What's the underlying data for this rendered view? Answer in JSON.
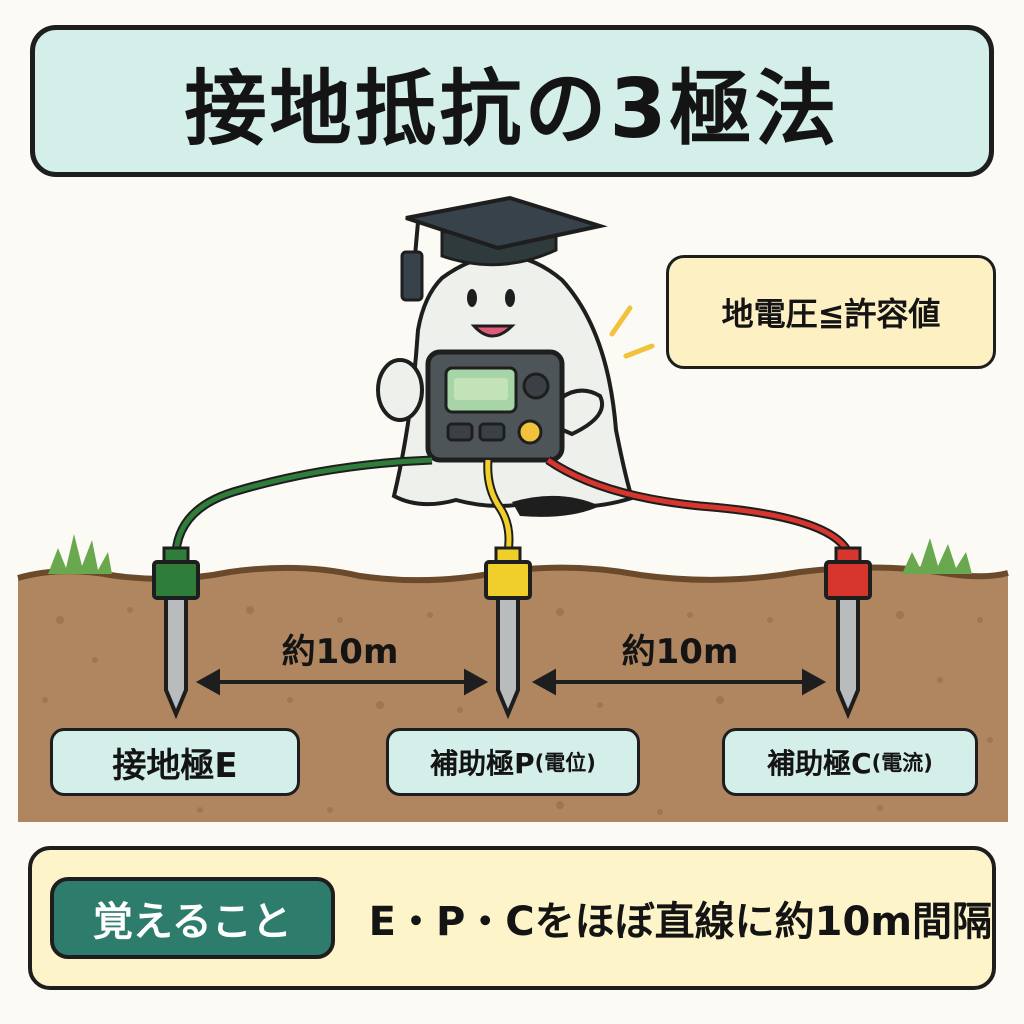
{
  "title": "接地抵抗の3極法",
  "callout": "地電圧≦許容値",
  "distances": [
    "約10m",
    "約10m"
  ],
  "electrodes": [
    {
      "name": "接地極E",
      "sub": "",
      "color": "#2f7d3b"
    },
    {
      "name": "補助極P",
      "sub": "(電位)",
      "color": "#f0cf2b"
    },
    {
      "name": "補助極C",
      "sub": "(電流)",
      "color": "#d7362f"
    }
  ],
  "memo": {
    "badge": "覚えること",
    "text": "E・P・Cをほぼ直線に約10m間隔"
  },
  "colors": {
    "panel": "#d4efea",
    "callout": "#fdf0c3",
    "memo": "#fdf5c9",
    "badge": "#2e7d6c",
    "soil": "#b08660",
    "grass": "#6aa84f",
    "wire_e": "#2f7d3b",
    "wire_p": "#f0cf2b",
    "wire_c": "#d7362f"
  }
}
